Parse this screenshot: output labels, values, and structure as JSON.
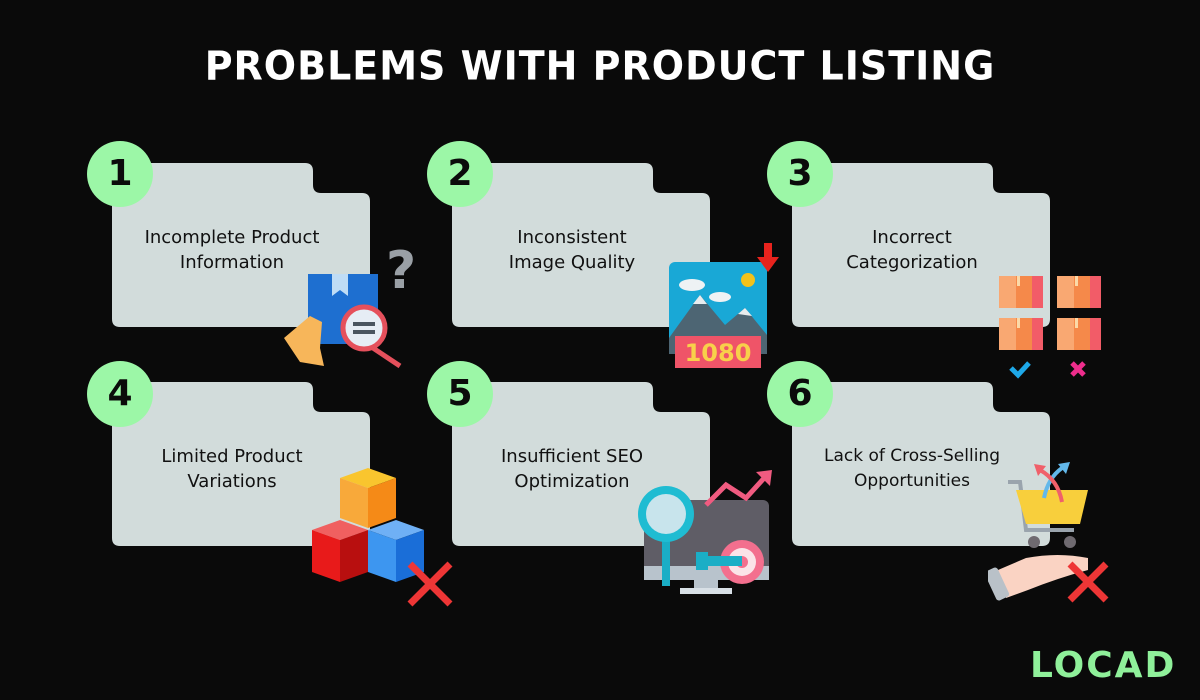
{
  "title": "PROBLEMS WITH PRODUCT LISTING",
  "colors": {
    "background": "#0a0a0a",
    "card": "#d2dcdb",
    "badge": "#9cf7a7",
    "logo": "#8ff09a"
  },
  "items": [
    {
      "number": "1",
      "label_line1": "Incomplete Product",
      "label_line2": "Information",
      "icon": "box-magnifier-question-icon"
    },
    {
      "number": "2",
      "label_line1": "Inconsistent",
      "label_line2": "Image Quality",
      "icon": "image-1080-download-icon"
    },
    {
      "number": "3",
      "label_line1": "Incorrect",
      "label_line2": "Categorization",
      "icon": "boxes-check-cross-icon"
    },
    {
      "number": "4",
      "label_line1": "Limited Product",
      "label_line2": "Variations",
      "icon": "cubes-cross-icon"
    },
    {
      "number": "5",
      "label_line1": "Insufficient SEO",
      "label_line2": "Optimization",
      "icon": "seo-monitor-target-icon"
    },
    {
      "number": "6",
      "label_line1": "Lack of Cross-Selling",
      "label_line2": "Opportunities",
      "icon": "cart-hand-cross-icon"
    }
  ],
  "image_badge": "1080",
  "logo": "LOCAD"
}
